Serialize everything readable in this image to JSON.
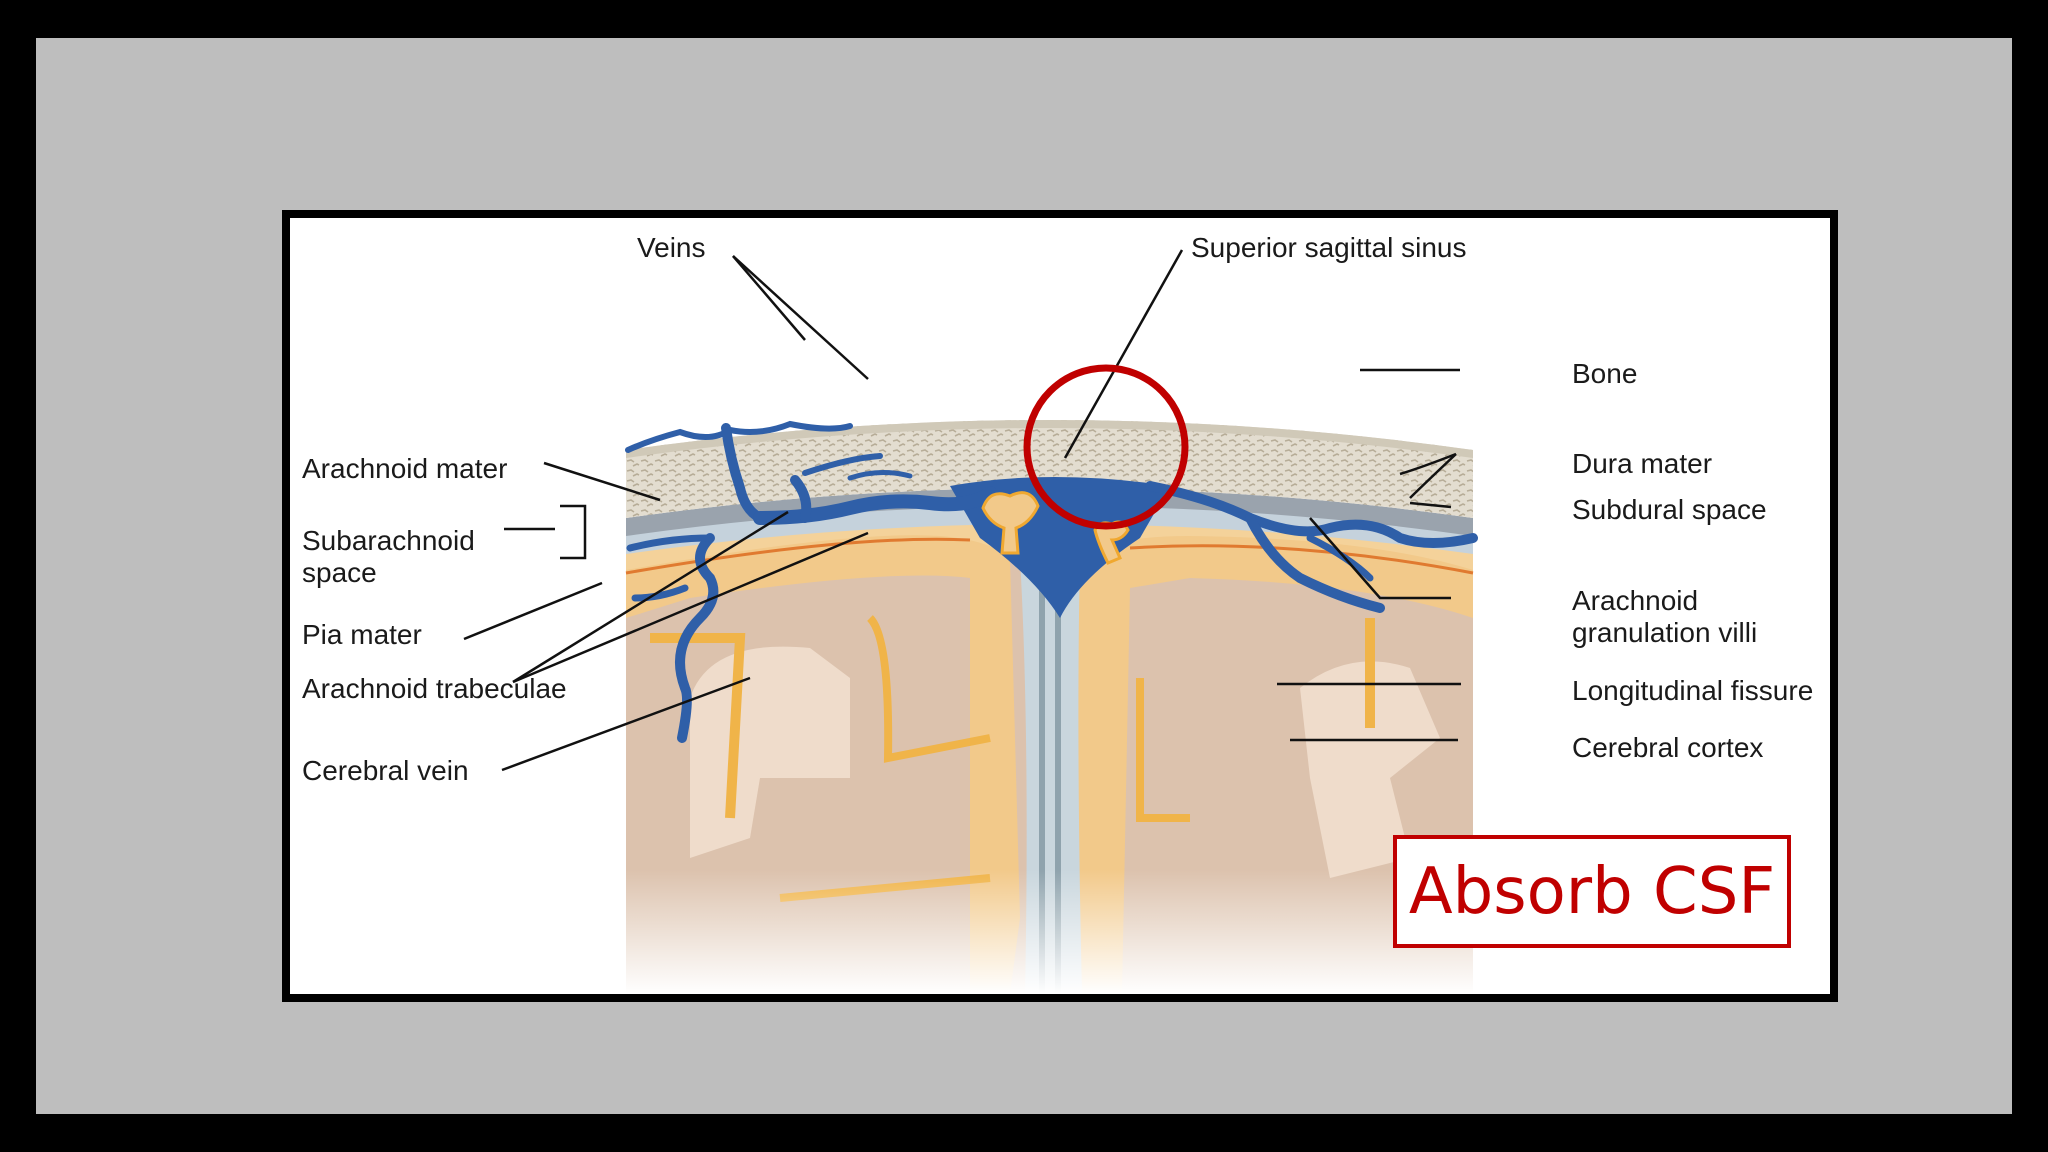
{
  "labels": {
    "veins": "Veins",
    "superior_sagittal_sinus": "Superior sagittal sinus",
    "bone": "Bone",
    "arachnoid_mater": "Arachnoid mater",
    "subarachnoid_space_line1": "Subarachnoid",
    "subarachnoid_space_line2": "space",
    "pia_mater": "Pia mater",
    "arachnoid_trabeculae": "Arachnoid trabeculae",
    "cerebral_vein": "Cerebral vein",
    "dura_mater": "Dura mater",
    "subdural_space": "Subdural space",
    "arachnoid_granulation_line1": "Arachnoid",
    "arachnoid_granulation_line2": "granulation villi",
    "longitudinal_fissure": "Longitudinal fissure",
    "cerebral_cortex": "Cerebral cortex"
  },
  "callout": {
    "text": "Absorb CSF"
  },
  "colors": {
    "background": "#000000",
    "slide": "#bebebe",
    "accent": "#c00000",
    "vein": "#2f5fa8",
    "tissue": "#f2c98a",
    "bone": "#dcd6c8"
  },
  "icons": [
    "highlight-circle"
  ]
}
